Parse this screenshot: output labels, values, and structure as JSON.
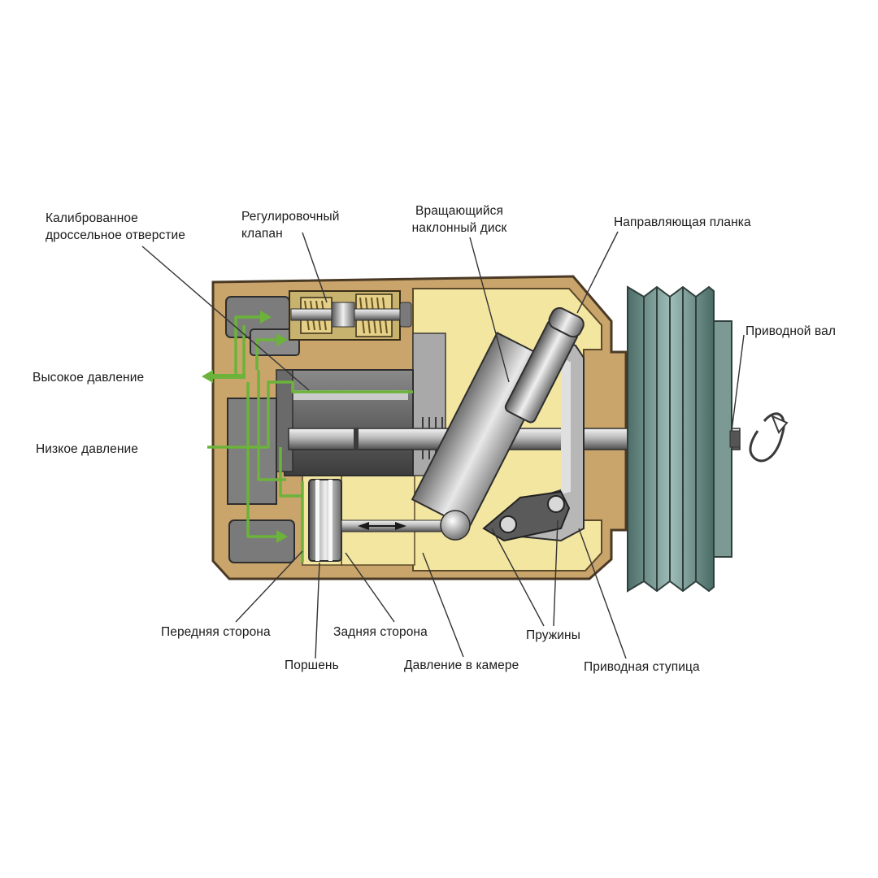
{
  "labels": {
    "calibrated_orifice": "Калиброванное\nдроссельное отверстие",
    "control_valve": "Регулировочный\nклапан",
    "swash_plate": "Вращающийся\nнаклонный диск",
    "guide_rail": "Направляющая планка",
    "drive_shaft": "Приводной вал",
    "high_pressure": "Высокое давление",
    "low_pressure": "Низкое давление",
    "front_side": "Передняя сторона",
    "rear_side": "Задняя сторона",
    "springs": "Пружины",
    "piston": "Поршень",
    "chamber_pressure": "Давление в камере",
    "drive_hub": "Приводная ступица"
  },
  "colors": {
    "housing": "#c9a46b",
    "housing_outline": "#4a3a25",
    "chamber": "#f3e6a0",
    "metal_dark": "#5a5a5a",
    "metal_light": "#d8d8d8",
    "pulley": "#6b8c86",
    "flow_arrow": "#6bb33a"
  },
  "icons": {
    "rotation": "rotation-arrow-icon",
    "flow": "flow-arrow-icon"
  }
}
